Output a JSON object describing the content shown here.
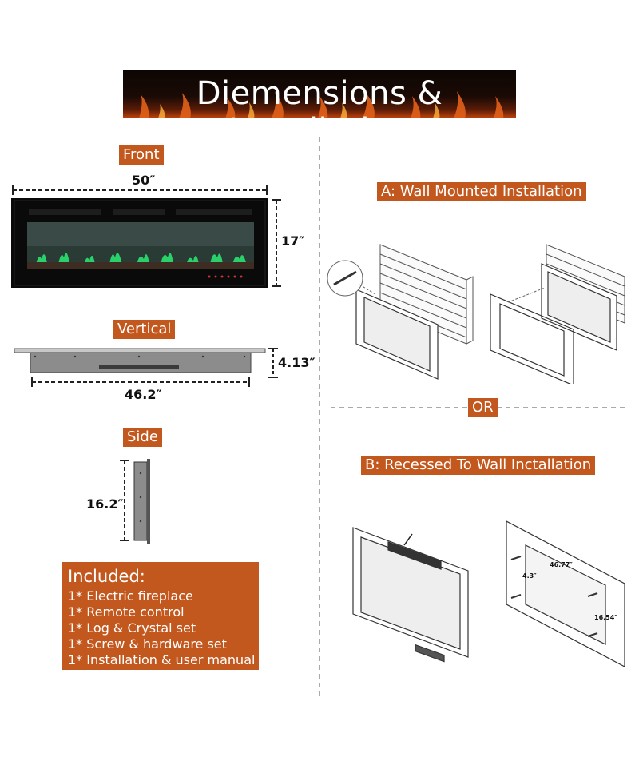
{
  "header": {
    "title": "Diemensions & Installation"
  },
  "front": {
    "label": "Front",
    "width": "50″",
    "height": "17″"
  },
  "vertical": {
    "label": "Vertical",
    "depth": "4.13″",
    "width": "46.2″"
  },
  "side": {
    "label": "Side",
    "height": "16.2″"
  },
  "install": {
    "wall_label": "A: Wall Mounted Installation",
    "or_label": "OR",
    "recessed_label": "B: Recessed To Wall Inctallation",
    "recess_width": "46.77″",
    "recess_depth": "4.3″",
    "recess_height": "16.54″"
  },
  "included": {
    "title": "Included:",
    "items": [
      "1* Electric fireplace",
      "1* Remote control",
      "1* Log & Crystal set",
      "1* Screw & hardware set",
      "1* Installation & user manual"
    ]
  },
  "colors": {
    "accent": "#c3581f",
    "flame": "#2ad06a",
    "dark": "#0c0604"
  }
}
